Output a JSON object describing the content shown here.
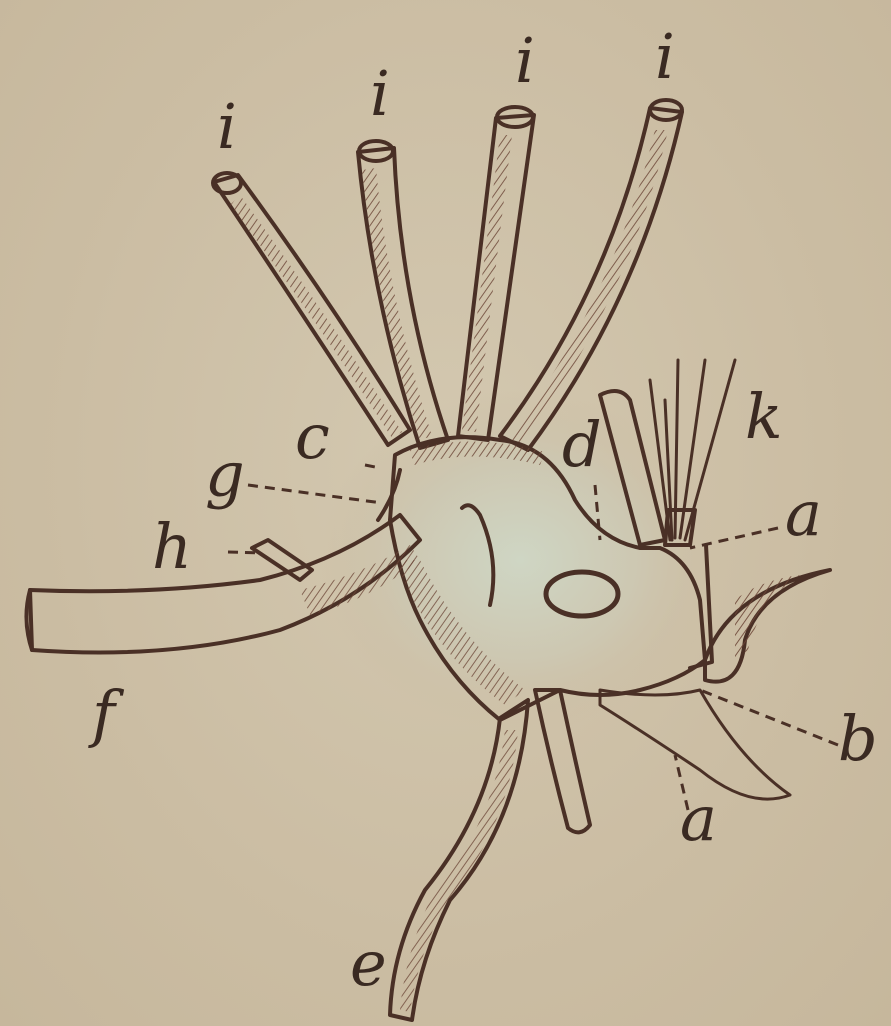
{
  "figure": {
    "colors": {
      "paper": "#cdbfa6",
      "ink": "#4a3026",
      "label": "#3a2a22",
      "shade": "#7a5240",
      "glow": "#c9d2bd"
    },
    "labels": {
      "i1": "i",
      "i2": "i",
      "i3": "i",
      "i4": "i",
      "c": "c",
      "d": "d",
      "k": "k",
      "g": "g",
      "a_top": "a",
      "h": "h",
      "f": "f",
      "b": "b",
      "a_bottom": "a",
      "e": "e"
    }
  }
}
